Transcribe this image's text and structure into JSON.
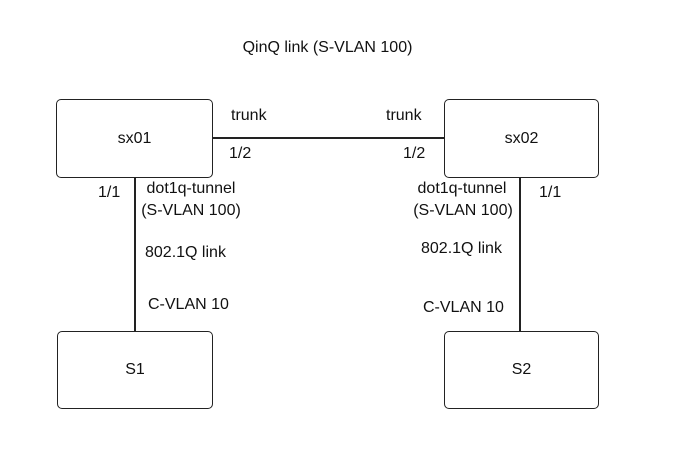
{
  "title": "QinQ link (S-VLAN 100)",
  "nodes": {
    "sx01": "sx01",
    "sx02": "sx02",
    "s1": "S1",
    "s2": "S2"
  },
  "links": {
    "trunk": {
      "left_label": "trunk",
      "right_label": "trunk",
      "left_port": "1/2",
      "right_port": "1/2"
    },
    "left_access": {
      "port": "1/1",
      "mode": "dot1q-tunnel",
      "svlan": "(S-VLAN 100)",
      "type": "802.1Q link",
      "cvlan": "C-VLAN 10"
    },
    "right_access": {
      "port": "1/1",
      "mode": "dot1q-tunnel",
      "svlan": "(S-VLAN 100)",
      "type": "802.1Q link",
      "cvlan": "C-VLAN 10"
    }
  }
}
